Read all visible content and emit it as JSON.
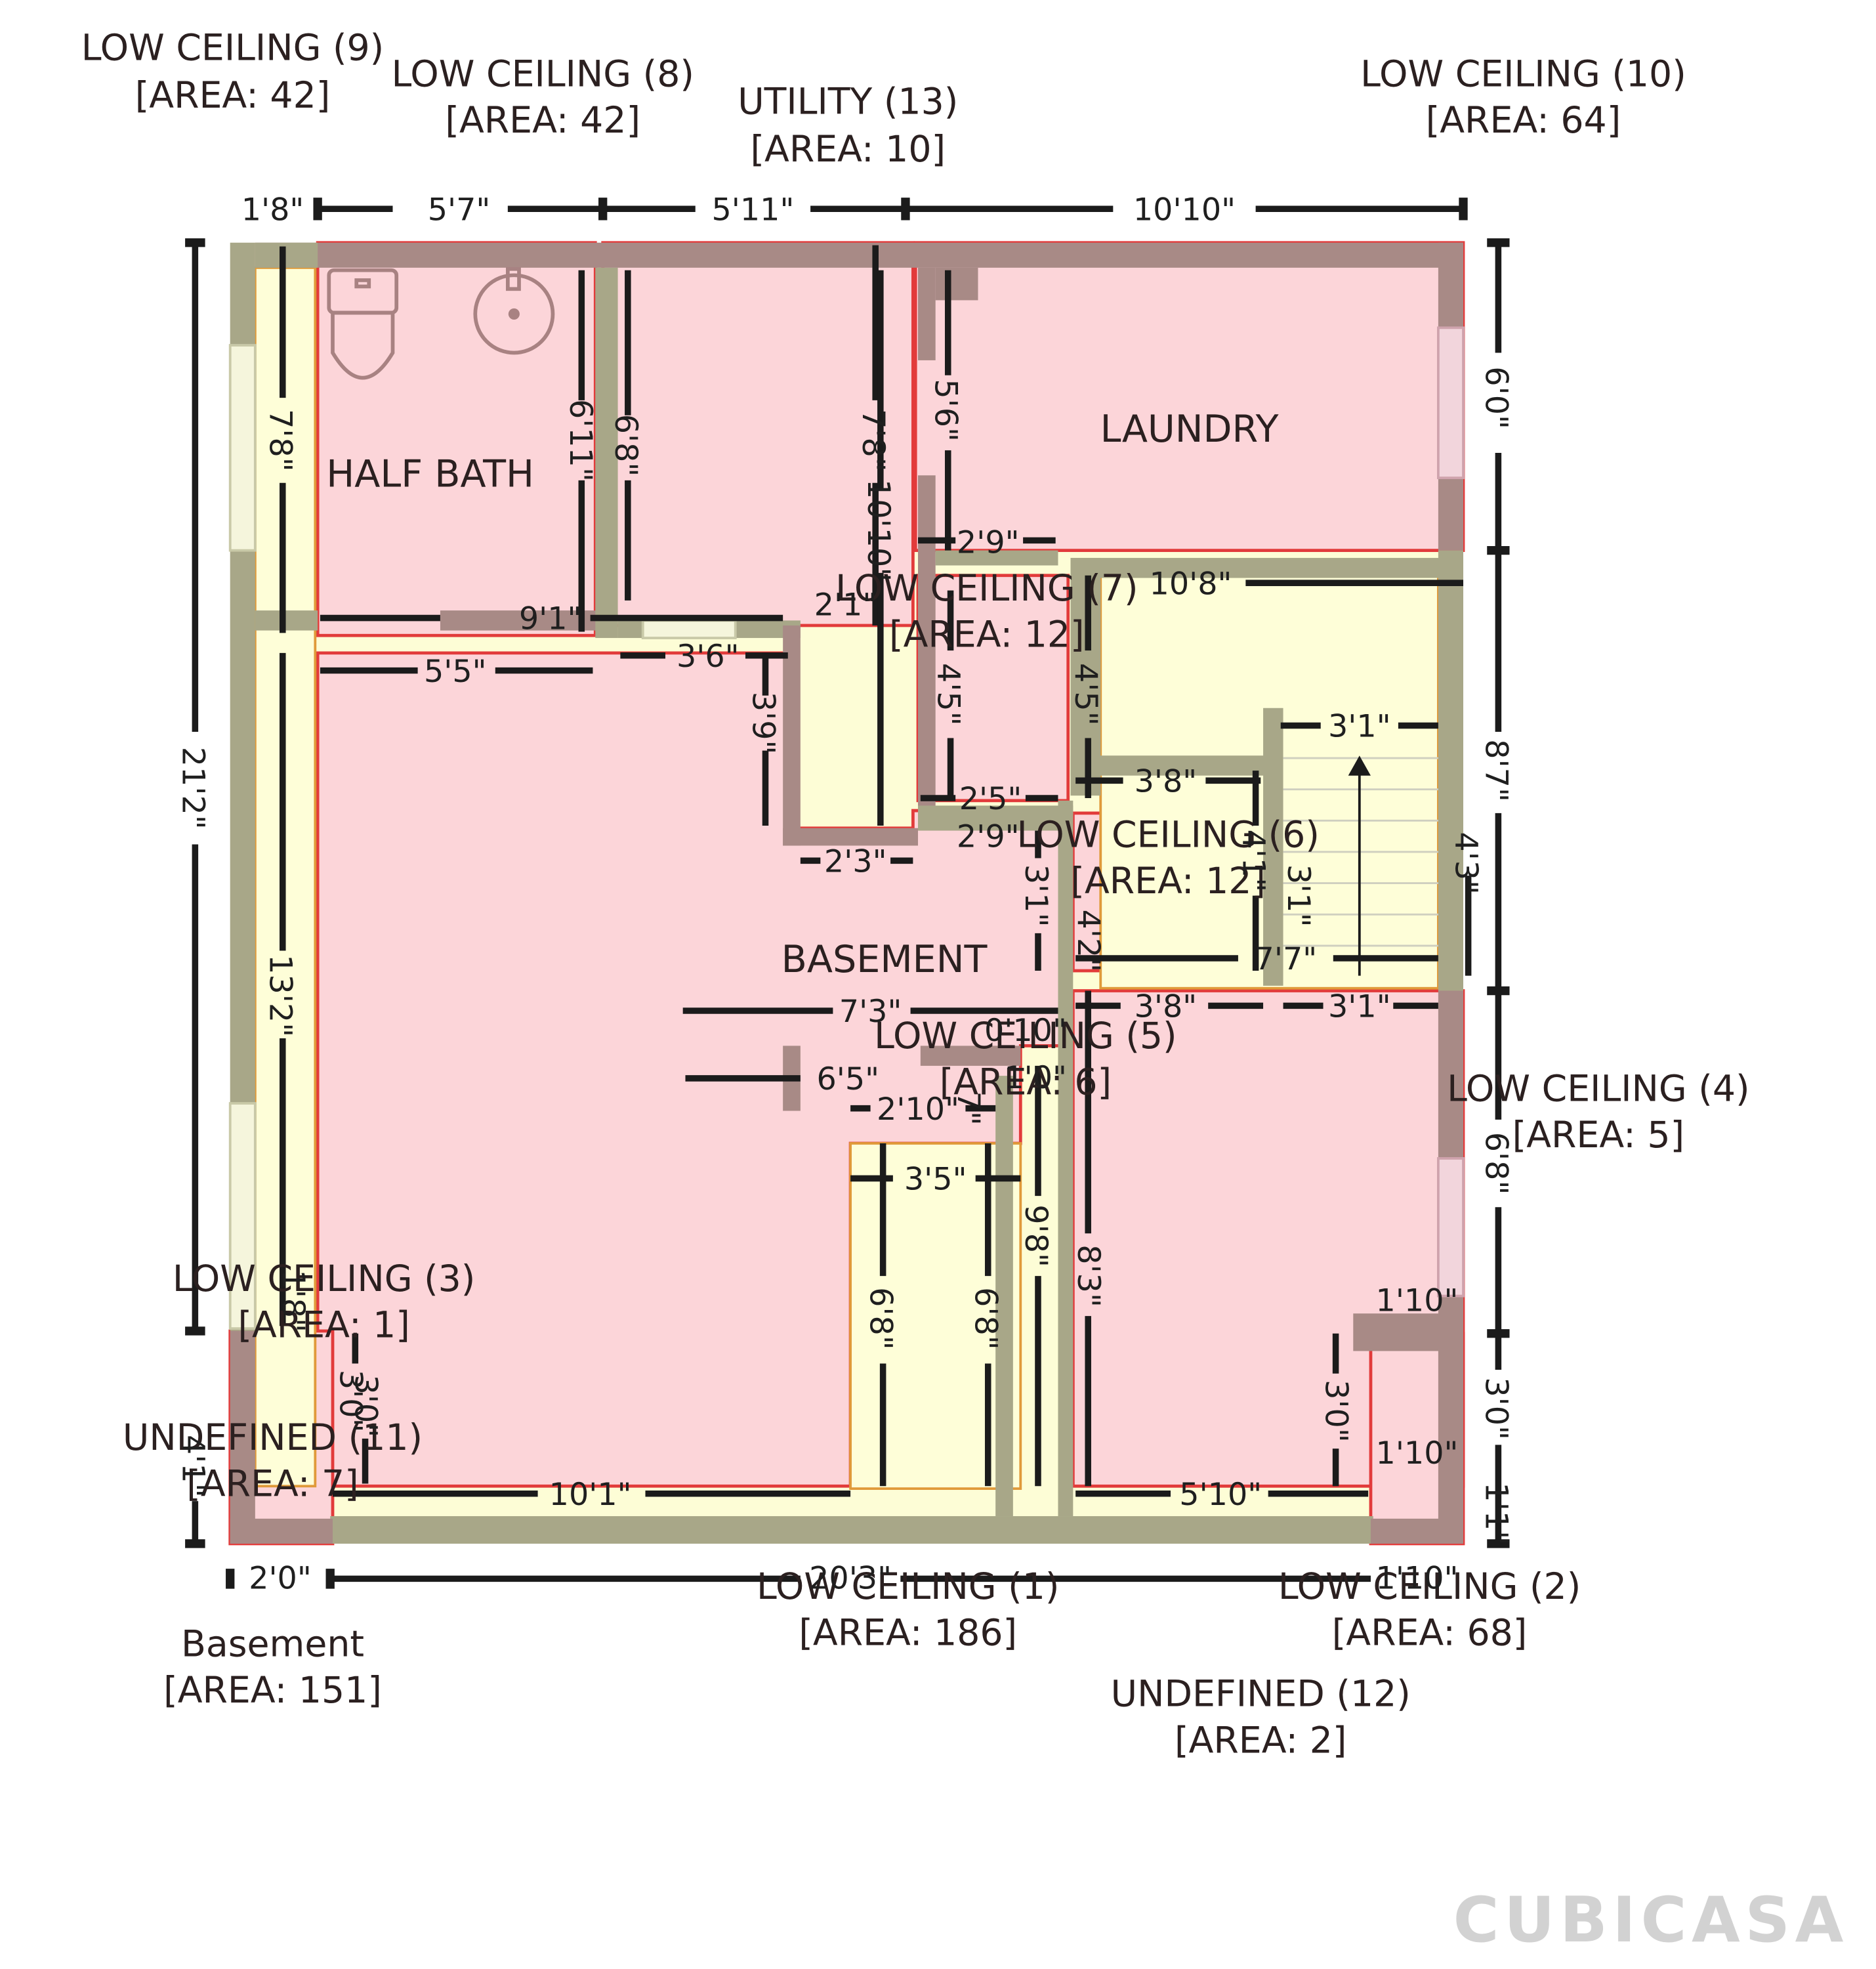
{
  "logo": {
    "text": "CUBICASA"
  },
  "rooms": {
    "half_bath": "HALF BATH",
    "laundry": "LAUNDRY",
    "basement": "BASEMENT"
  },
  "area_labels": [
    {
      "id": "lc9",
      "name": "LOW CEILING (9)",
      "area": "[AREA: 42]"
    },
    {
      "id": "lc8",
      "name": "LOW CEILING (8)",
      "area": "[AREA: 42]"
    },
    {
      "id": "ut13",
      "name": "UTILITY (13)",
      "area": "[AREA: 10]"
    },
    {
      "id": "lc10",
      "name": "LOW CEILING (10)",
      "area": "[AREA: 64]"
    },
    {
      "id": "lc7",
      "name": "LOW CEILING (7)",
      "area": "[AREA: 12]"
    },
    {
      "id": "lc6",
      "name": "LOW CEILING (6)",
      "area": "[AREA: 12]"
    },
    {
      "id": "lc5",
      "name": "LOW CEILING (5)",
      "area": "[AREA: 6]"
    },
    {
      "id": "lc4",
      "name": "LOW CEILING (4)",
      "area": "[AREA: 5]"
    },
    {
      "id": "lc3",
      "name": "LOW CEILING (3)",
      "area": "[AREA: 1]"
    },
    {
      "id": "un11",
      "name": "UNDEFINED (11)",
      "area": "[AREA: 7]"
    },
    {
      "id": "lc1",
      "name": "LOW CEILING (1)",
      "area": "[AREA: 186]"
    },
    {
      "id": "lc2",
      "name": "LOW CEILING (2)",
      "area": "[AREA: 68]"
    },
    {
      "id": "bsm",
      "name": "Basement",
      "area": "[AREA: 151]"
    },
    {
      "id": "un12",
      "name": "UNDEFINED (12)",
      "area": "[AREA: 2]"
    }
  ],
  "dimensions": {
    "top_1": "1'8\"",
    "top_2": "5'7\"",
    "top_3": "5'11\"",
    "top_4": "10'10\"",
    "left_total": "21'2\"",
    "left_bottom": "4'1\"",
    "right_1": "6'0\"",
    "right_2": "8'7\"",
    "right_3": "6'8\"",
    "right_4": "3'0\"",
    "right_5": "1'1\"",
    "bottom_1": "2'0\"",
    "bottom_2": "20'3\"",
    "bottom_3": "1'10\"",
    "in_7_8a": "7'8\"",
    "in_6_11": "6'11\"",
    "in_6_8a": "6'8\"",
    "in_7_8b": "7'8\"",
    "in_5_6": "5'6\"",
    "in_10_10": "10'10\"",
    "in_9_1": "9'1\"",
    "in_2_1": "2'1\"",
    "in_5_5": "5'5\"",
    "in_3_6": "3'6\"",
    "in_3_9": "3'9\"",
    "in_2_9a": "2'9\"",
    "in_10_8": "10'8\"",
    "in_4_5a": "4'5\"",
    "in_4_5b": "4'5\"",
    "in_3_1a": "3'1\"",
    "in_3_8a": "3'8\"",
    "in_2_5": "2'5\"",
    "in_2_9b": "2'9\"",
    "in_2_3": "2'3\"",
    "in_3_1b": "3'1\"",
    "in_4_1": "4'1\"",
    "in_3_1c": "3'1\"",
    "in_4_2": "4'2\"",
    "in_4_3": "4'3\"",
    "in_7_7": "7'7\"",
    "in_13_2": "13'2\"",
    "in_7_3": "7'3\"",
    "in_0_10": "0'10\"",
    "in_3_8b": "3'8\"",
    "in_3_1d": "3'1\"",
    "in_6_5": "6'5\"",
    "in_1_0": "1'0\"",
    "in_2_10": "2'10\"",
    "in_7": "7\"",
    "in_3_5": "3'5\"",
    "in_6_8b": "6'8\"",
    "in_6_8c": "6'8\"",
    "in_9_8": "9'8\"",
    "in_8_3": "8'3\"",
    "in_1_10a": "1'10\"",
    "in_3_0a": "3'0\"",
    "in_1_10b": "1'10\"",
    "in_1_8": "1'8\"",
    "in_3_0b": "3'0\"",
    "in_3_0c": "3'0\"",
    "in_10_1": "10'1\"",
    "in_5_10": "5'10\""
  }
}
